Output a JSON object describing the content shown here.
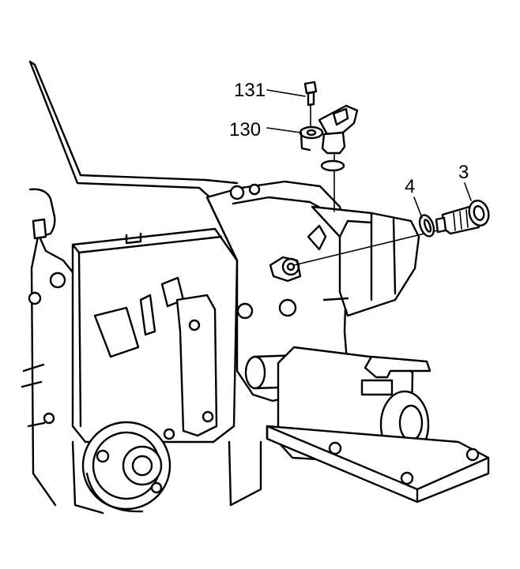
{
  "callouts": [
    {
      "id": "131",
      "text": "131"
    },
    {
      "id": "130",
      "text": "130"
    },
    {
      "id": "4",
      "text": "4"
    },
    {
      "id": "3",
      "text": "3"
    }
  ],
  "colors": {
    "line": "#000000",
    "background": "#ffffff"
  }
}
